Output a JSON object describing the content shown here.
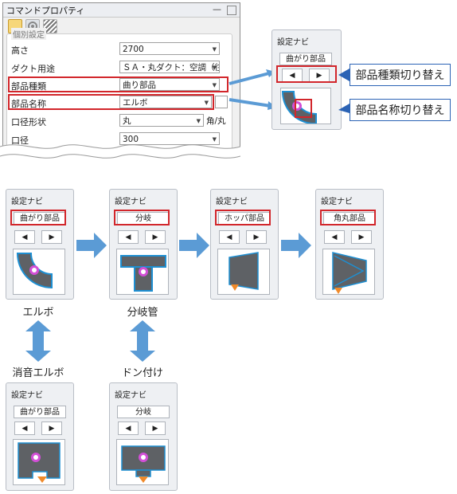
{
  "window": {
    "title": "コマンドプロパティ",
    "group_title": "個別設定"
  },
  "properties": [
    {
      "label": "高さ",
      "value": "2700"
    },
    {
      "label": "ダクト用途",
      "value": "ＳＡ・丸ダクト：空調（往）"
    },
    {
      "label": "部品種類",
      "value": "曲り部品"
    },
    {
      "label": "部品名称",
      "value": "エルボ"
    },
    {
      "label": "口径形状",
      "value": "丸",
      "extra": "角/丸"
    },
    {
      "label": "口径",
      "value": "300"
    }
  ],
  "callouts": {
    "kind_switch": "部品種類切り替え",
    "name_switch": "部品名称切り替え"
  },
  "nav_panels": [
    {
      "title": "設定ナビ",
      "kind": "曲がり部品"
    },
    {
      "title": "設定ナビ",
      "kind": "曲がり部品"
    },
    {
      "title": "設定ナビ",
      "kind": "分岐"
    },
    {
      "title": "設定ナビ",
      "kind": "ホッパ部品"
    },
    {
      "title": "設定ナビ",
      "kind": "角丸部品"
    },
    {
      "title": "設定ナビ",
      "kind": "曲がり部品"
    },
    {
      "title": "設定ナビ",
      "kind": "分岐"
    }
  ],
  "nav_buttons": {
    "prev": "◀",
    "next": "▶"
  },
  "captions": {
    "elbow": "エルボ",
    "branch": "分岐管",
    "silencer_elbow": "消音エルボ",
    "don_tsuke": "ドン付け"
  },
  "colors": {
    "highlight": "#d2262b",
    "arrow": "#5b9bd5",
    "callout_border": "#2b63b5",
    "duct_fill": "#6b6e72",
    "duct_outline": "#1e8fd2",
    "marker": "#d24fd7",
    "cone": "#f08a2a"
  }
}
